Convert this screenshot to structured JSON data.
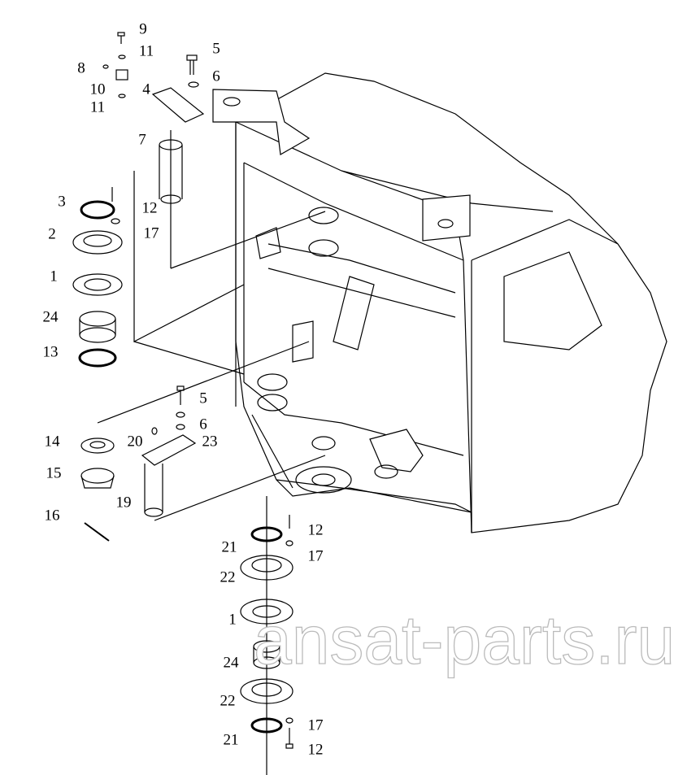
{
  "diagram": {
    "watermark": "ansat-parts.ru",
    "callouts": [
      "9",
      "11",
      "5",
      "8",
      "6",
      "10",
      "4",
      "11",
      "7",
      "3",
      "12",
      "2",
      "17",
      "1",
      "24",
      "13",
      "5",
      "6",
      "14",
      "20",
      "23",
      "15",
      "19",
      "16",
      "21",
      "12",
      "17",
      "22",
      "1",
      "24",
      "22",
      "17",
      "21",
      "12"
    ]
  }
}
